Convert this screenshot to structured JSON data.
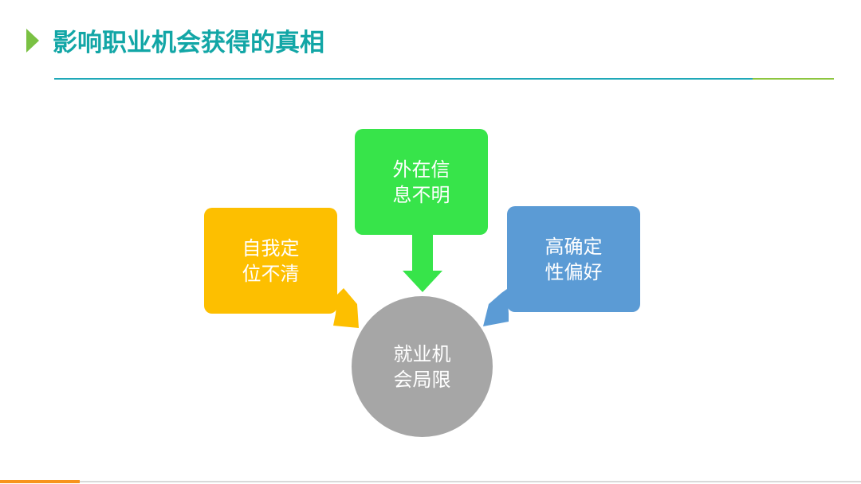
{
  "slide": {
    "title": "影响职业机会获得的真相"
  },
  "diagram": {
    "factors": {
      "left": "自我定位不清",
      "top": "外在信息不明",
      "right": "高确定性偏好"
    },
    "center": "就业机会局限"
  },
  "colors": {
    "title": "#12a6a6",
    "marker": "#7ac143",
    "left_box": "#fdbf00",
    "top_box": "#37e44a",
    "right_box": "#5b9bd5",
    "center_circle": "#a6a6a6",
    "rule_teal": "#1fa8b8",
    "rule_green": "#8dc63f",
    "bottom_accent": "#f7941d"
  }
}
